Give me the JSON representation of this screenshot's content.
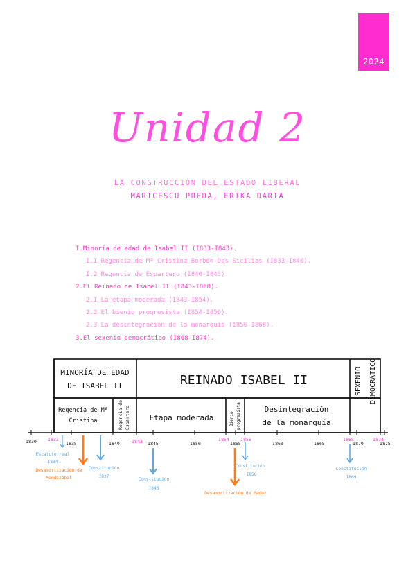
{
  "cover": {
    "year": "2024",
    "title": "Unidad 2",
    "subtitle": "LA CONSTRUCCIÓN DEL ESTADO LIBERAL",
    "author": "MARICESCU PREDA, ERIKA DARIA"
  },
  "toc": {
    "items": [
      {
        "text": "I.Minoría de edad de Isabel II (I833-I843).",
        "level": 1
      },
      {
        "text": "I.I Regencia de Mª Cristina Borbón-Dos Sicilias (I833-I840).",
        "level": 2
      },
      {
        "text": "I.2 Regencia de Espartero (I840-I843).",
        "level": 2
      },
      {
        "text": "2.El Reinado de Isabel II (I843-I868).",
        "level": 1
      },
      {
        "text": "2.I La etapa moderada (I843-I854).",
        "level": 2
      },
      {
        "text": "2.2 El bienio progresista (I854-I856).",
        "level": 2
      },
      {
        "text": "2.3 La desintegración de la monarquía (I856-I868).",
        "level": 2
      },
      {
        "text": "3.El sexenio democrático (I868-I874).",
        "level": 1
      }
    ]
  },
  "timeline": {
    "header": {
      "minoria_line1": "MINORÍA DE EDAD",
      "minoria_line2": "DE ISABEL II",
      "reinado": "REINADO ISABEL II",
      "sexenio_line1": "SEXENIO",
      "sexenio_line2": "DEMOCRÁTICO"
    },
    "periods": {
      "regencia_mc_line1": "Regencia de Mª",
      "regencia_mc_line2": "Cristina",
      "regencia_esp_line1": "Regencia de",
      "regencia_esp_line2": "Espartero",
      "etapa_moderada": "Etapa moderada",
      "bienio_line1": "Bienio",
      "bienio_line2": "progresista",
      "desint_line1": "Desintegración",
      "desint_line2": "de la monarquía"
    },
    "ticks": [
      "I830",
      "I833",
      "I835",
      "I840",
      "I843",
      "I845",
      "I850",
      "I854",
      "I855",
      "I856",
      "I860",
      "I865",
      "I868",
      "I870",
      "I874",
      "I875"
    ],
    "events": {
      "estatuto_line1": "Estatuto real",
      "estatuto_line2": "I834",
      "mendizabal_line1": "Desamortización de",
      "mendizabal_line2": "Mendizábal",
      "const1837_line1": "Constitución",
      "const1837_line2": "I837",
      "const1845_line1": "Constitución",
      "const1845_line2": "I845",
      "madoz": "Desamortización de Madoz",
      "const1856_line1": "Constitución",
      "const1856_line2": "I856",
      "const1869_line1": "Constitución",
      "const1869_line2": "I869"
    },
    "colors": {
      "accent_pink": "#ff2ccf",
      "blue_arrow": "#5fa8e8",
      "orange_arrow": "#ff7a1a"
    }
  }
}
